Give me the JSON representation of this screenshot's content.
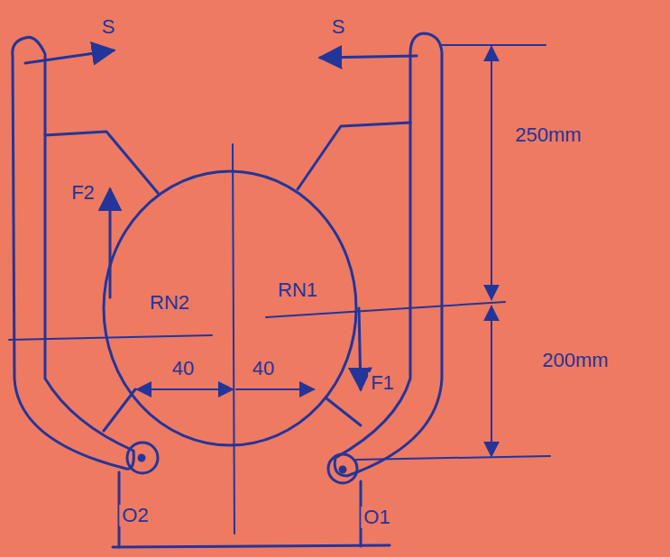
{
  "diagram": {
    "labels": [
      "S",
      "S",
      "F2",
      "RN2",
      "RN1",
      "40",
      "40",
      "F1",
      "250mm",
      "200mm",
      "O2",
      "O1"
    ]
  }
}
